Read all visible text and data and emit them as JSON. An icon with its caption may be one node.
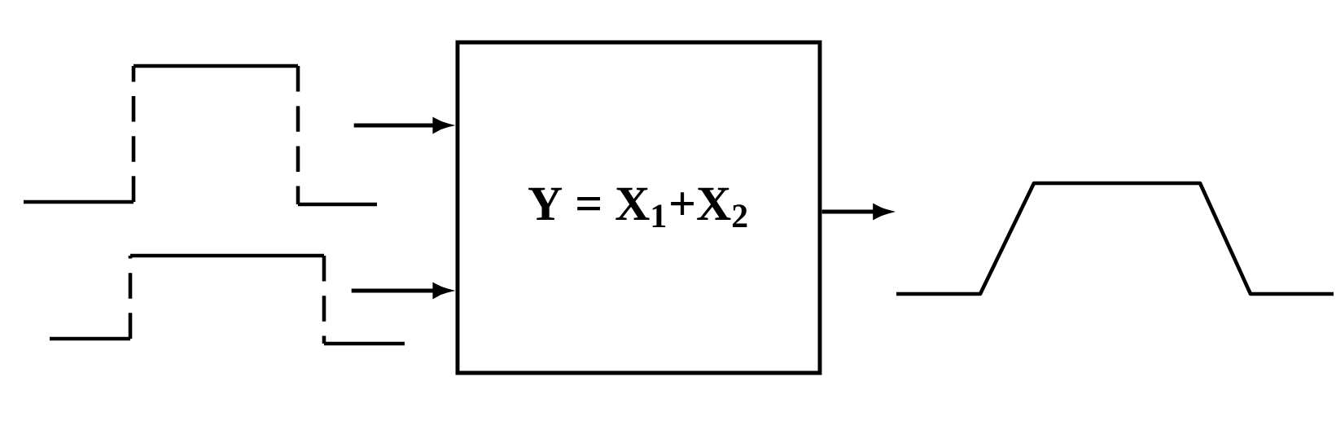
{
  "diagram": {
    "nodes": [
      {
        "text": [],
        "shape": "picture"
      },
      {
        "text": [],
        "shape": "picture"
      },
      {
        "text": [
          "Y = X$_{1}$+X$_{2}$"
        ]
      },
      {
        "text": [],
        "shape": "picture"
      }
    ],
    "edges": [
      {
        "from": 0,
        "to": 2,
        "arrow": "to"
      },
      {
        "from": 1,
        "to": 2,
        "arrow": "to"
      },
      {
        "from": 2,
        "to": 3,
        "arrow": "to"
      }
    ]
  }
}
